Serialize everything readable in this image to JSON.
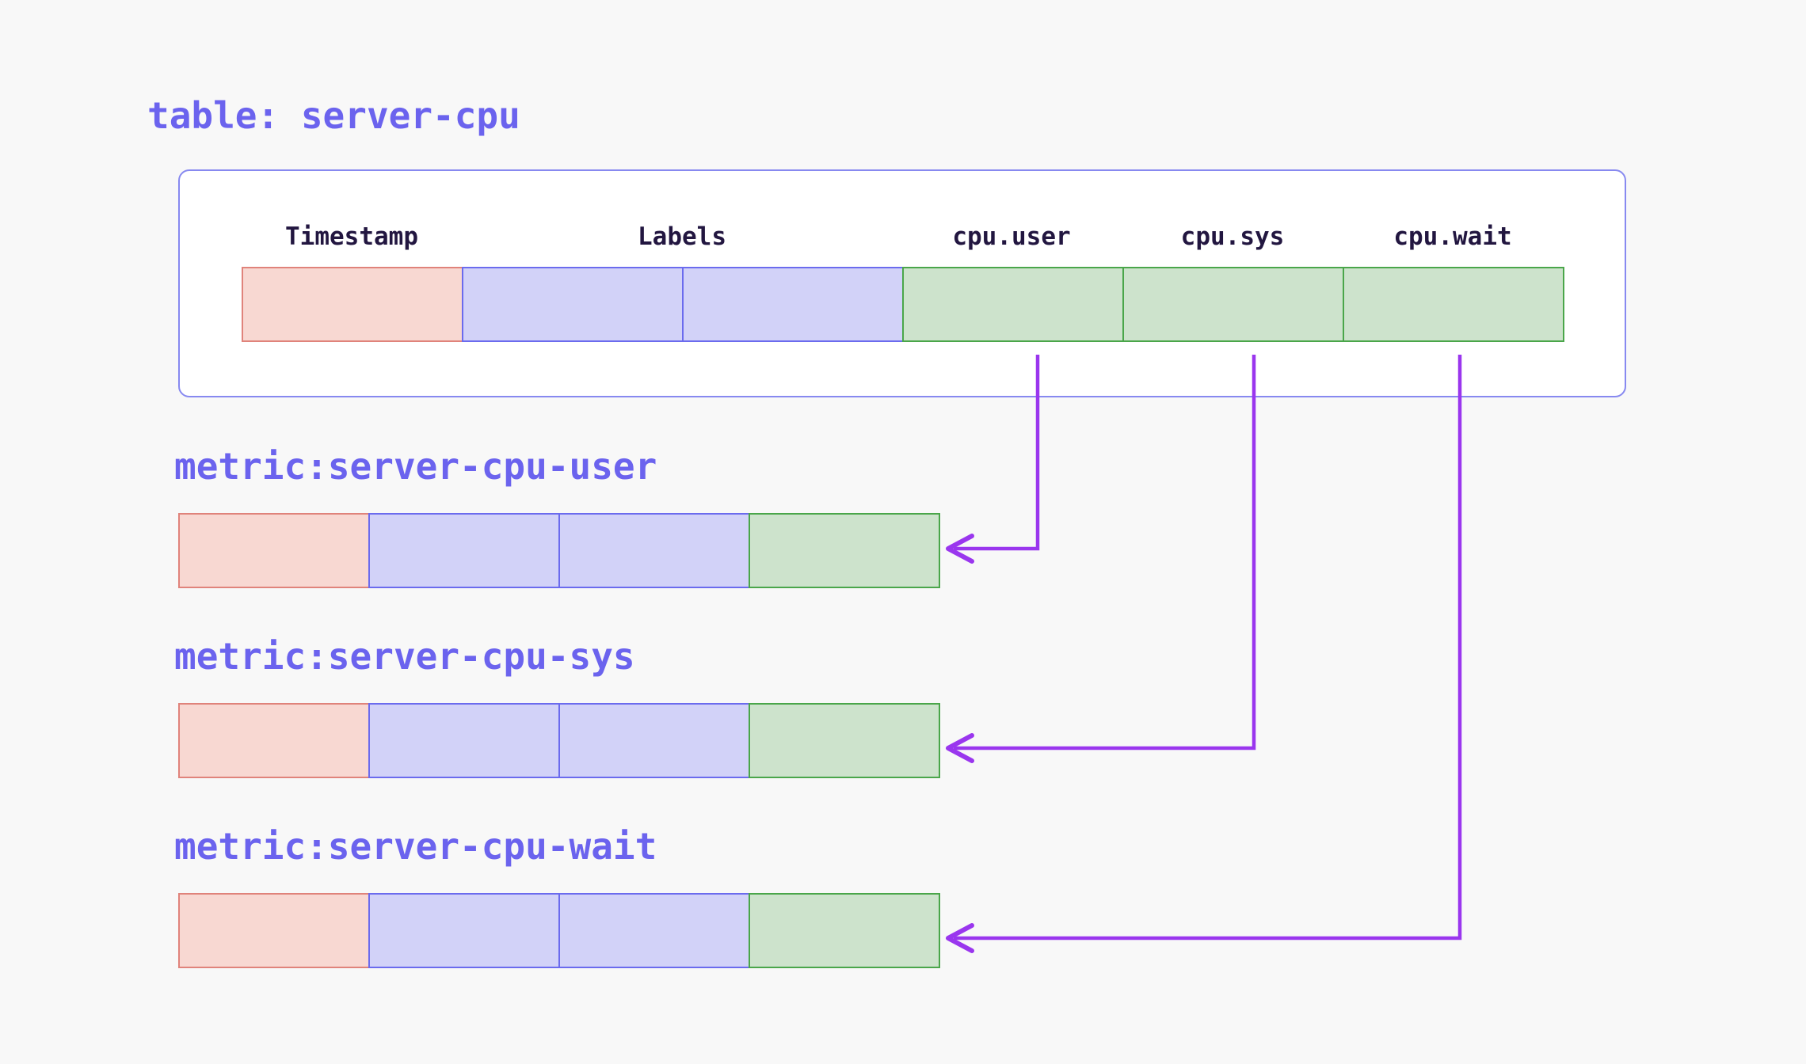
{
  "diagram": {
    "kind": "table-to-metrics mapping",
    "background": "#f8f8f8"
  },
  "colors": {
    "background": "#f8f8f8",
    "box_border": "#8789f0",
    "timestamp_fill": "#f8d8d2",
    "timestamp_border": "#e0837b",
    "labels_fill": "#d2d2f8",
    "labels_border": "#6b6bee",
    "values_fill": "#cde3cc",
    "values_border": "#4aa64a",
    "title_text": "#6b63ee",
    "header_text": "#221640",
    "arrow": "#9a36ee"
  },
  "table": {
    "title": "table: server-cpu",
    "columns": [
      {
        "label": "Timestamp",
        "type": "timestamp"
      },
      {
        "label": "Labels",
        "type": "labels",
        "span": 2
      },
      {
        "label": "cpu.user",
        "type": "values"
      },
      {
        "label": "cpu.sys",
        "type": "values"
      },
      {
        "label": "cpu.wait",
        "type": "values"
      }
    ],
    "row_cells": [
      "timestamp",
      "labels",
      "labels",
      "values",
      "values",
      "values"
    ]
  },
  "metrics": [
    {
      "title": "metric:server-cpu-user",
      "source_column": "cpu.user",
      "row_cells": [
        "timestamp",
        "labels",
        "labels",
        "values"
      ]
    },
    {
      "title": "metric:server-cpu-sys",
      "source_column": "cpu.sys",
      "row_cells": [
        "timestamp",
        "labels",
        "labels",
        "values"
      ]
    },
    {
      "title": "metric:server-cpu-wait",
      "source_column": "cpu.wait",
      "row_cells": [
        "timestamp",
        "labels",
        "labels",
        "values"
      ]
    }
  ]
}
